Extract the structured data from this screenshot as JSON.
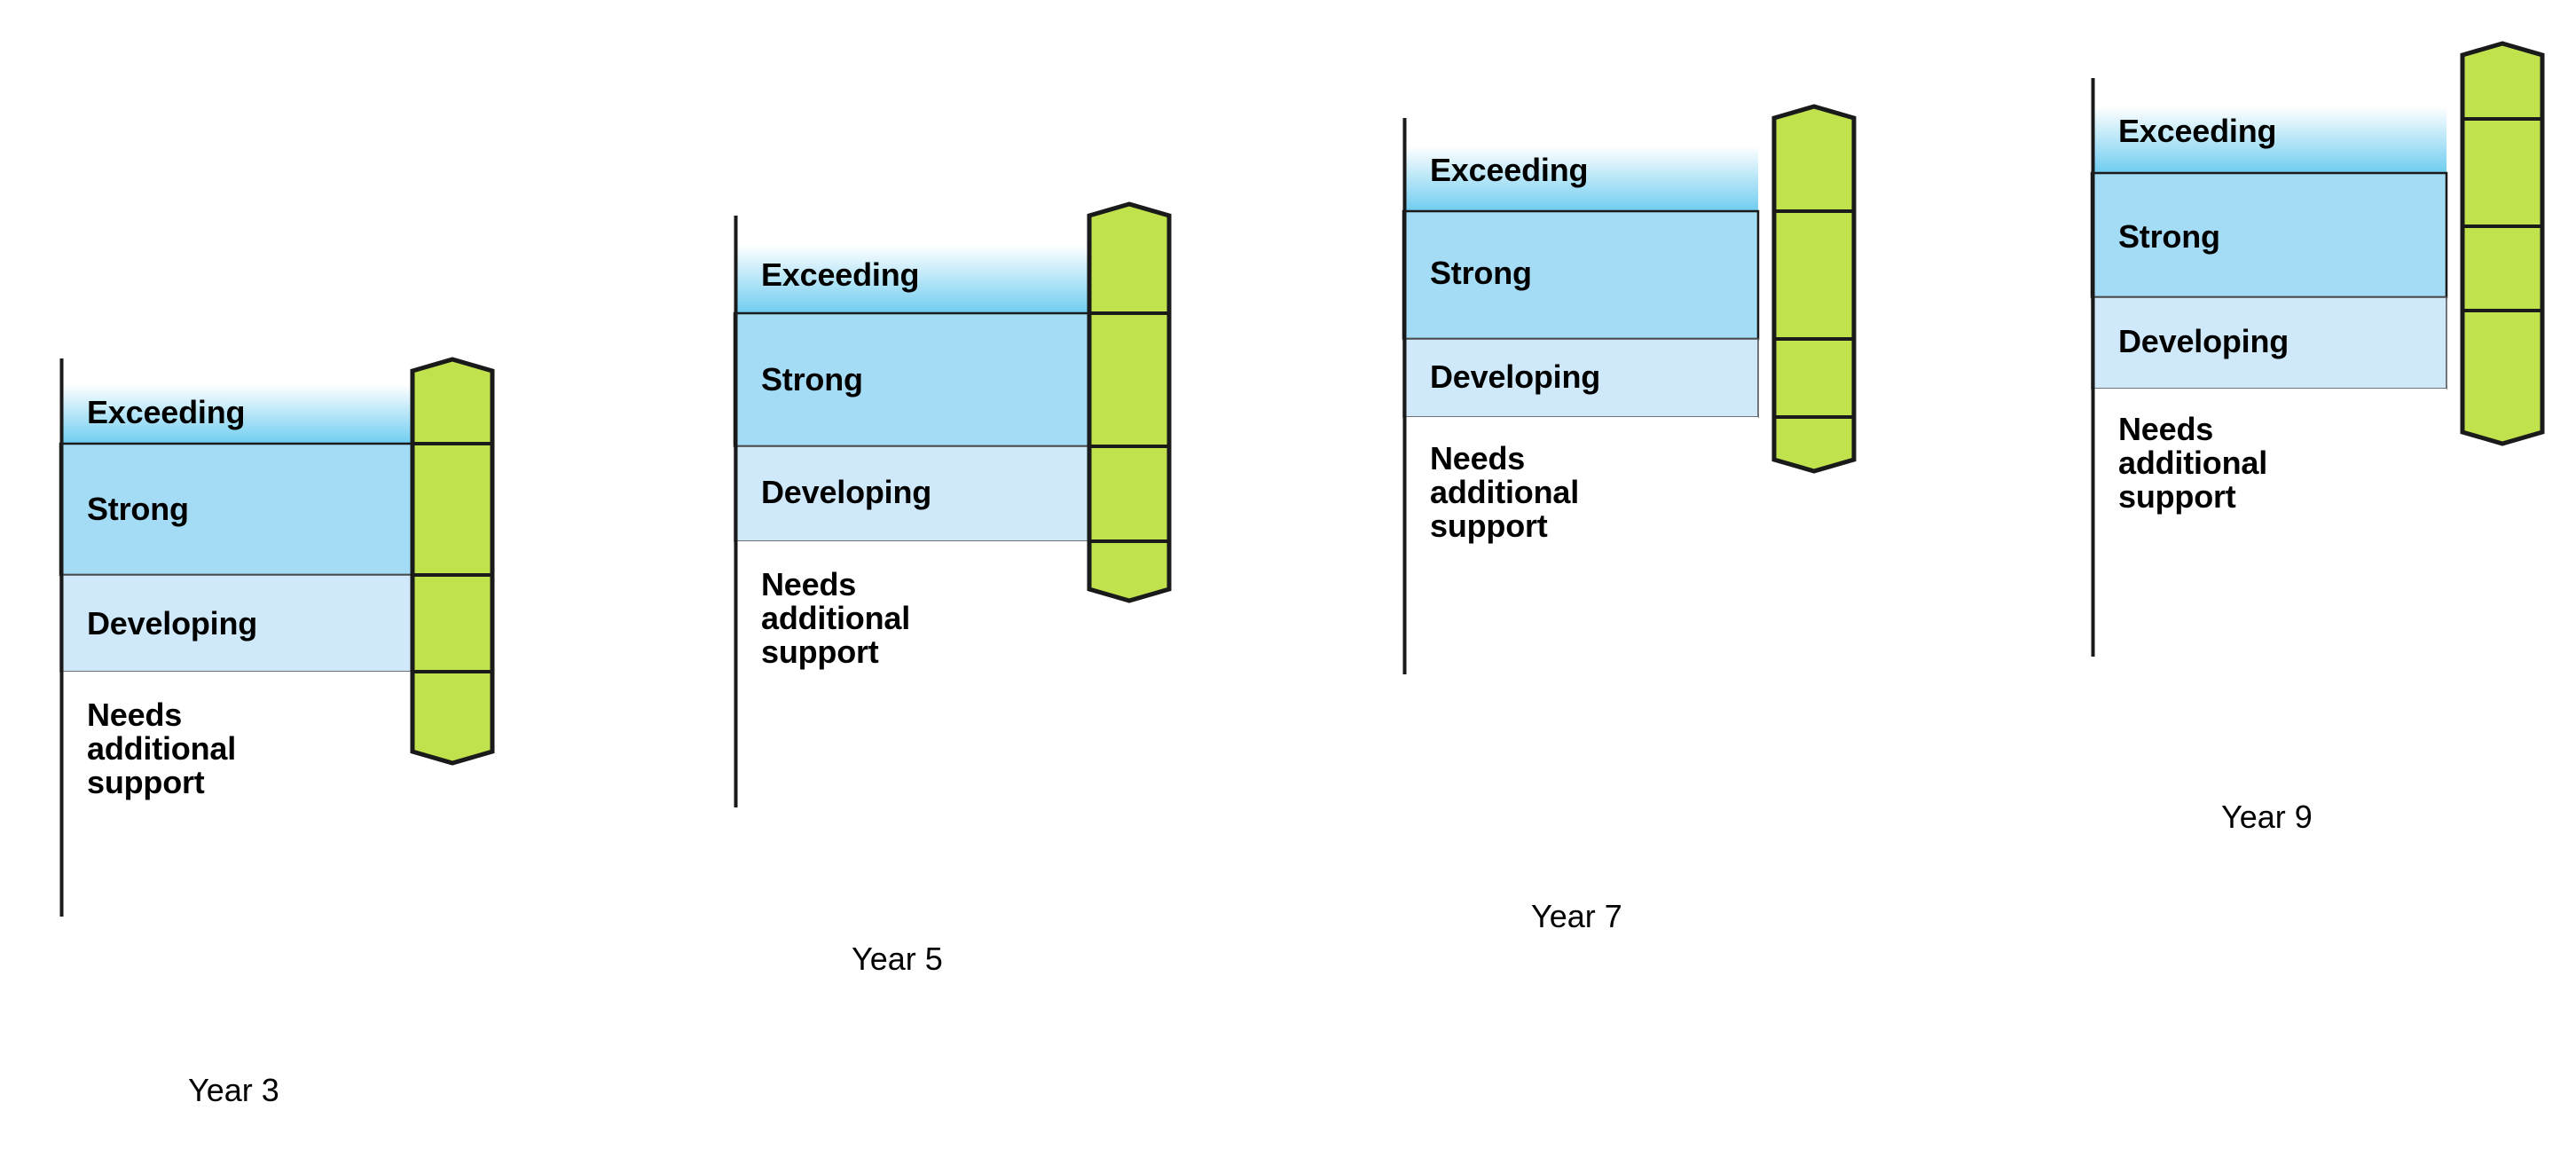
{
  "figure": {
    "title": "",
    "background_color": "#ffffff",
    "band_labels": [
      "Exceeding",
      "Strong",
      "Developing",
      "Needs\nadditional\nsupport"
    ],
    "colors": {
      "exceeding_gradient_top": "#ffffff",
      "exceeding_gradient_bottom": "#6fcdf0",
      "strong_fill": "#a5dcf5",
      "developing_fill": "#cfe9fa",
      "needs_support_fill": "#ffffff",
      "arrow_fill": "#c0e34d",
      "outline": "#1a1a1a",
      "text": "#000000"
    }
  },
  "chart_data": {
    "type": "bar",
    "title": "",
    "xlabel": "",
    "ylabel": "",
    "categories": [
      "Year 3",
      "Year 5",
      "Year 7",
      "Year 9"
    ],
    "band_names": [
      "Exceeding",
      "Strong",
      "Developing",
      "Needs additional support"
    ],
    "series": [
      {
        "name": "Exceeding",
        "description": "Top achievement band (white-to-blue gradient)",
        "values": [
          96,
          110,
          105,
          107
        ]
      },
      {
        "name": "Strong",
        "description": "Second achievement band (mid blue)",
        "values": [
          148,
          150,
          144,
          140
        ]
      },
      {
        "name": "Developing",
        "description": "Third achievement band (pale blue)",
        "values": [
          109,
          107,
          88,
          103
        ]
      },
      {
        "name": "Needs additional support",
        "description": "Lowest achievement band (white)",
        "values": [
          276,
          300,
          290,
          302
        ]
      }
    ],
    "annotations": [
      "Four identical achievement-standard scales, one per year level",
      "Green double-ended arrow spans all four bands in each year group",
      "Scale baseline rises progressively from Year 3 to Year 9"
    ],
    "grid": false,
    "legend": "none"
  },
  "groups": [
    {
      "id": "year-3",
      "year_label": "Year 3",
      "bands": [
        {
          "name": "exceeding",
          "label": "Exceeding"
        },
        {
          "name": "strong",
          "label": "Strong"
        },
        {
          "name": "developing",
          "label": "Developing"
        },
        {
          "name": "needs-support",
          "label": "Needs\nadditional\nsupport"
        }
      ]
    },
    {
      "id": "year-5",
      "year_label": "Year 5",
      "bands": [
        {
          "name": "exceeding",
          "label": "Exceeding"
        },
        {
          "name": "strong",
          "label": "Strong"
        },
        {
          "name": "developing",
          "label": "Developing"
        },
        {
          "name": "needs-support",
          "label": "Needs\nadditional\nsupport"
        }
      ]
    },
    {
      "id": "year-7",
      "year_label": "Year 7",
      "bands": [
        {
          "name": "exceeding",
          "label": "Exceeding"
        },
        {
          "name": "strong",
          "label": "Strong"
        },
        {
          "name": "developing",
          "label": "Developing"
        },
        {
          "name": "needs-support",
          "label": "Needs\nadditional\nsupport"
        }
      ]
    },
    {
      "id": "year-9",
      "year_label": "Year 9",
      "bands": [
        {
          "name": "exceeding",
          "label": "Exceeding"
        },
        {
          "name": "strong",
          "label": "Strong"
        },
        {
          "name": "developing",
          "label": "Developing"
        },
        {
          "name": "needs-support",
          "label": "Needs\nadditional\nsupport"
        }
      ]
    }
  ]
}
